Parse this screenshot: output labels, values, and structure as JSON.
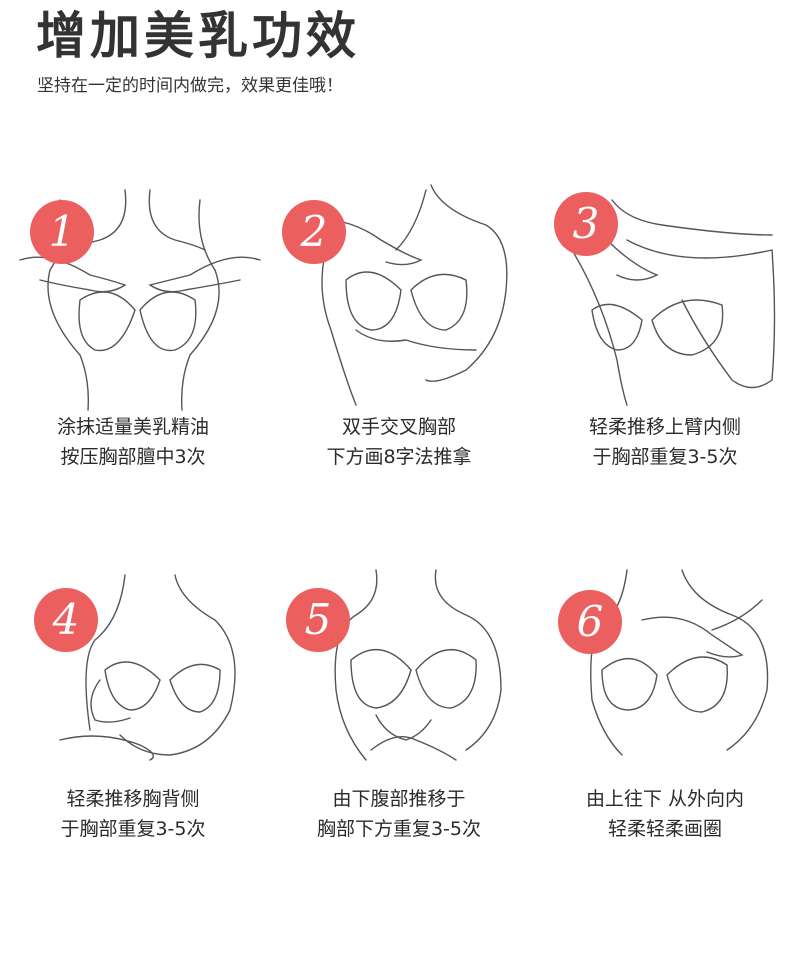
{
  "header": {
    "title": "增加美乳功效",
    "subtitle": "坚持在一定的时间内做完，效果更佳哦！"
  },
  "steps": [
    {
      "number": "1",
      "line1": "涂抹适量美乳精油",
      "line2": "按压胸部膻中3次"
    },
    {
      "number": "2",
      "line1": "双手交叉胸部",
      "line2": "下方画8字法推拿"
    },
    {
      "number": "3",
      "line1": "轻柔推移上臂内侧",
      "line2": "于胸部重复3-5次"
    },
    {
      "number": "4",
      "line1": "轻柔推移胸背侧",
      "line2": "于胸部重复3-5次"
    },
    {
      "number": "5",
      "line1": "由下腹部推移于",
      "line2": "胸部下方重复3-5次"
    },
    {
      "number": "6",
      "line1": "由上往下 从外向内",
      "line2": "轻柔轻柔画圈"
    }
  ],
  "colors": {
    "badge": "#ec5f5f",
    "line": "#555555"
  }
}
